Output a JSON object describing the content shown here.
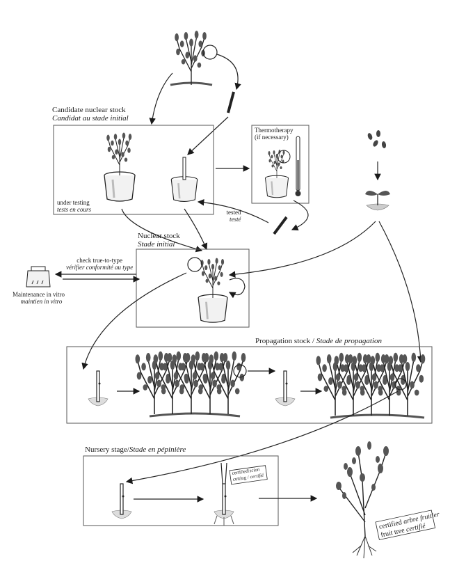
{
  "candidate": {
    "en": "Candidate nuclear stock",
    "fr": "Candidat au stade initial",
    "testing_en": "under testing",
    "testing_fr": "tests en cours"
  },
  "thermo": {
    "en": "Thermotherapy",
    "note": "(if necessary)"
  },
  "tested": {
    "en": "tested",
    "fr": "testé"
  },
  "nuclear": {
    "en": "Nuclear stock",
    "fr": "Stade initial"
  },
  "check": {
    "en": "check true-to-type",
    "fr": "vérifier conformité au type"
  },
  "maintenance": {
    "en": "Maintenance in vitro",
    "fr": "maintien in vitro"
  },
  "propagation": {
    "en": "Propagation stock / ",
    "fr": "Stade de propagation"
  },
  "nursery": {
    "en": "Nursery stage/",
    "fr": "Stade en pépinière"
  },
  "tag_scion": {
    "l1": "certified",
    "l2": "scion",
    "l3": "cutting",
    "l4": "certifié"
  },
  "tag_tree": {
    "l1": "certified",
    "l2": "arbre fruitier",
    "l3": "fruit tree",
    "l4": "certifié"
  }
}
